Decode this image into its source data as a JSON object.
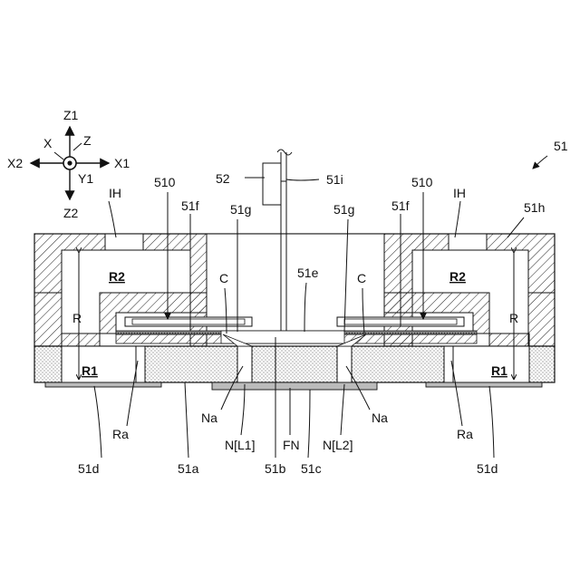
{
  "figure": {
    "ref": "51",
    "axes": {
      "z1": "Z1",
      "z2": "Z2",
      "x1": "X1",
      "x2": "X2",
      "y1": "Y1",
      "x": "X",
      "z": "Z"
    },
    "labels": {
      "l52": "52",
      "l51i": "51i",
      "l510_left": "510",
      "l510_right": "510",
      "ih_left": "IH",
      "ih_right": "IH",
      "l51h": "51h",
      "l51f_left": "51f",
      "l51f_right": "51f",
      "l51g_left": "51g",
      "l51g_right": "51g",
      "c_left": "C",
      "c_right": "C",
      "l51e": "51e",
      "r2_left": "R2",
      "r2_right": "R2",
      "r_left": "R",
      "r_right": "R",
      "r1_left": "R1",
      "r1_right": "R1",
      "ra_left": "Ra",
      "ra_right": "Ra",
      "na_left": "Na",
      "na_right": "Na",
      "nl1": "N[L1]",
      "fn": "FN",
      "nl2": "N[L2]",
      "l51d_left": "51d",
      "l51d_right": "51d",
      "l51a": "51a",
      "l51b": "51b",
      "l51c": "51c"
    }
  }
}
